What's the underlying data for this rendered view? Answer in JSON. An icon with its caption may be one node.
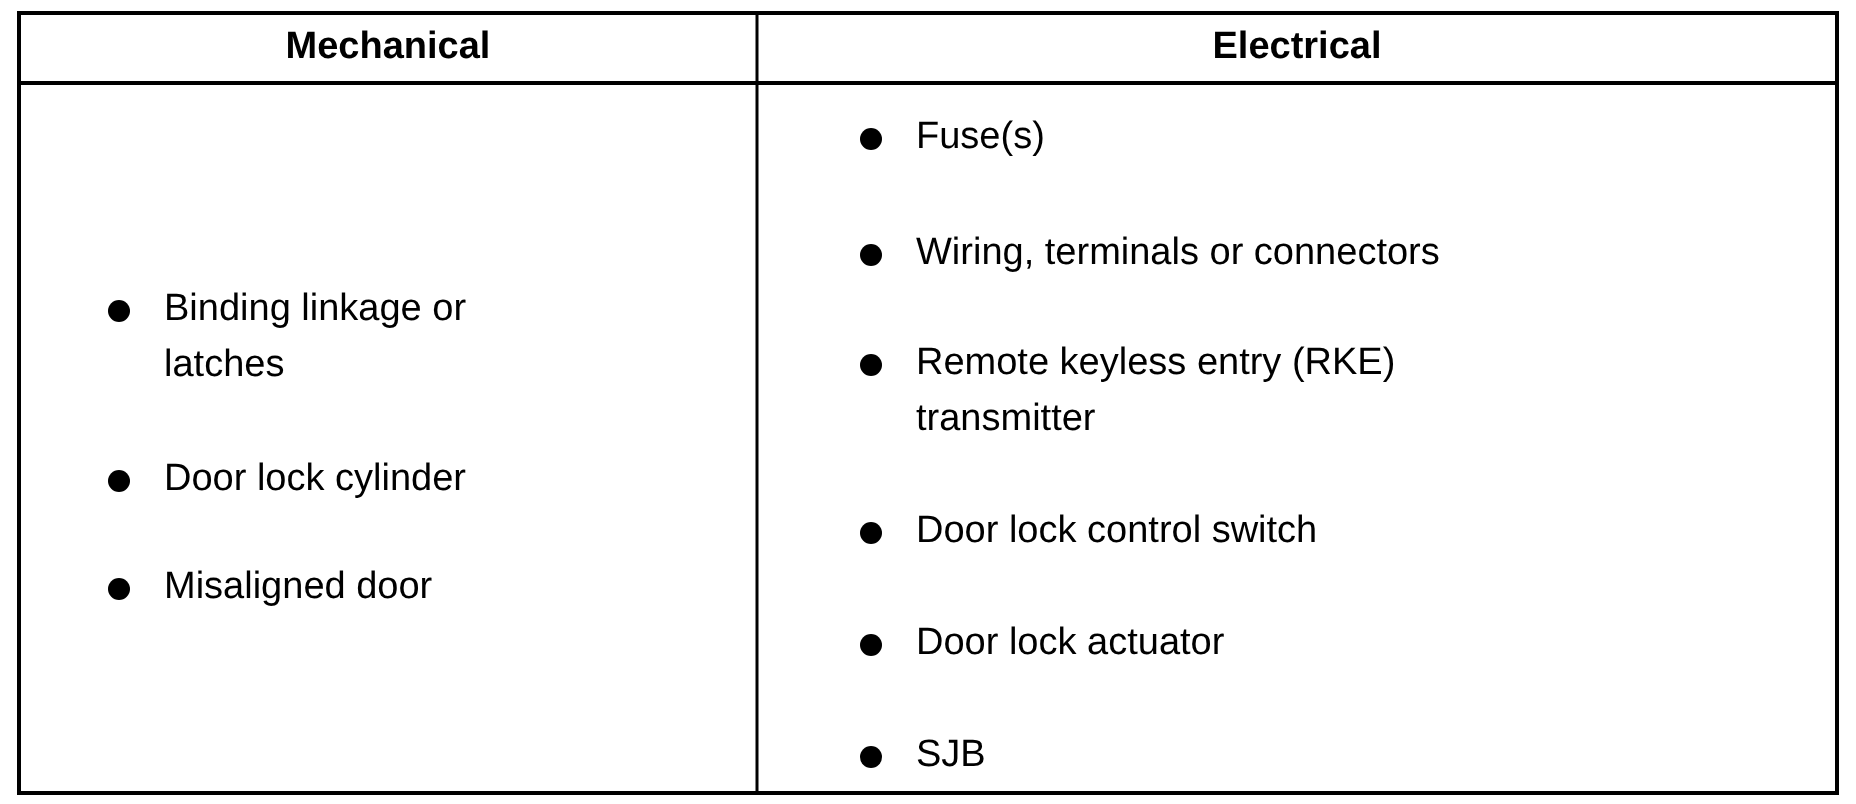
{
  "diagram": {
    "labels": [
      "Mechanical",
      "Electrical",
      "Binding linkage or latches",
      "Door lock cylinder",
      "Misaligned door",
      "Fuse(s)",
      "Wiring, terminals or connectors",
      "Remote keyless entry (RKE) transmitter",
      "Door lock control switch",
      "Door lock actuator",
      "SJB"
    ]
  }
}
